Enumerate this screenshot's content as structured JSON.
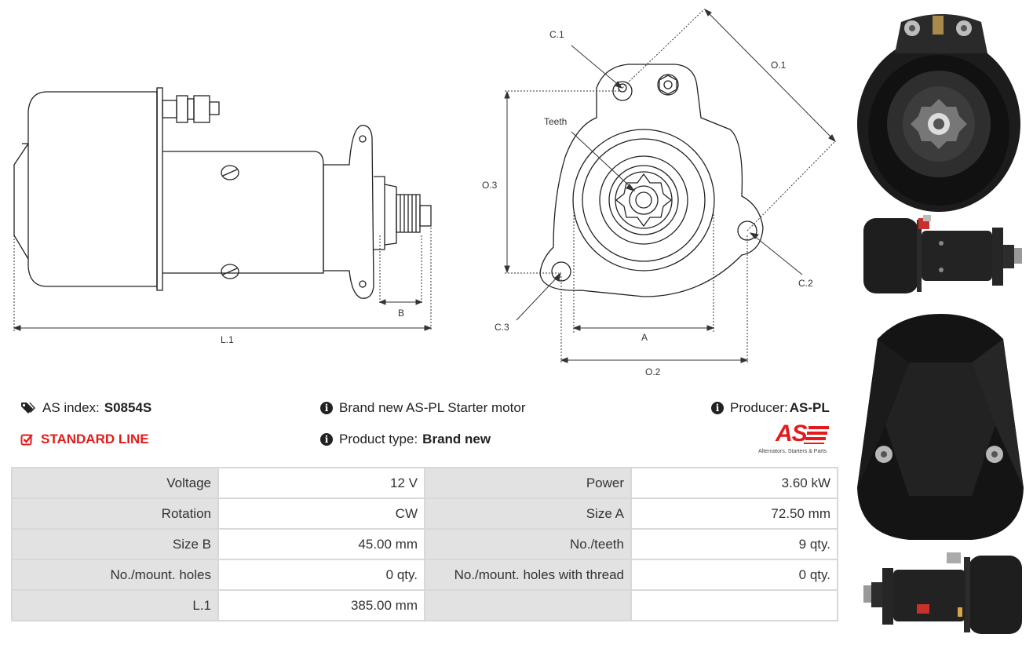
{
  "drawing": {
    "side_labels": {
      "l1": "L.1",
      "b": "B"
    },
    "front_labels": {
      "c1": "C.1",
      "c2": "C.2",
      "c3": "C.3",
      "o1": "O.1",
      "o2": "O.2",
      "o3": "O.3",
      "a": "A",
      "teeth": "Teeth"
    }
  },
  "info": {
    "as_index_label": "AS index:",
    "as_index_value": "S0854S",
    "standard_line": "STANDARD LINE",
    "description": "Brand new AS-PL Starter motor",
    "product_type_label": "Product type:",
    "product_type_value": "Brand new",
    "producer_label": "Producer:",
    "producer_value": "AS-PL",
    "logo_text": "AS",
    "logo_tagline": "Alternators, Starters & Parts"
  },
  "specs": [
    {
      "k1": "Voltage",
      "v1": "12 V",
      "k2": "Power",
      "v2": "3.60 kW"
    },
    {
      "k1": "Rotation",
      "v1": "CW",
      "k2": "Size A",
      "v2": "72.50 mm"
    },
    {
      "k1": "Size B",
      "v1": "45.00 mm",
      "k2": "No./teeth",
      "v2": "9 qty."
    },
    {
      "k1": "No./mount. holes",
      "v1": "0 qty.",
      "k2": "No./mount. holes with thread",
      "v2": "0 qty."
    },
    {
      "k1": "L.1",
      "v1": "385.00 mm",
      "k2": "",
      "v2": ""
    }
  ],
  "colors": {
    "accent_red": "#e21b1b",
    "table_key_bg": "#e2e2e2",
    "table_border": "#d8d8d8"
  },
  "icons": [
    "tags-icon",
    "check-square-icon",
    "info-circle-icon"
  ]
}
